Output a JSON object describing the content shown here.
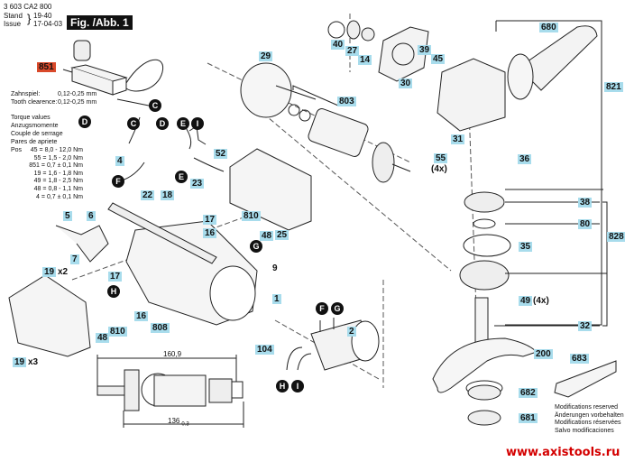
{
  "header": {
    "part_number": "3 603 CA2 800",
    "stand_label": "Stand",
    "issue_label": "Issue",
    "stand_value": "19-40",
    "issue_value": "17-04-03",
    "figure_title": "Fig. /Abb. 1"
  },
  "specs": {
    "tooth_clearance": [
      {
        "label": "Zahnspiel:",
        "value": "0,12-0,25 mm"
      },
      {
        "label": "Tooth clearence:",
        "value": "0,12-0,25 mm"
      }
    ],
    "torque_headings": [
      "Torque values",
      "Anzugsmomente",
      "Couple de serrage",
      "Pares de apriete"
    ],
    "torque_prefix": "Pos",
    "torque_values": [
      {
        "pos": "45",
        "value": "8,0 - 12,0 Nm"
      },
      {
        "pos": "55",
        "value": "1,5 - 2,0 Nm"
      },
      {
        "pos": "851",
        "value": "0,7 ± 0,1 Nm"
      },
      {
        "pos": "19",
        "value": "1,6 - 1,8 Nm"
      },
      {
        "pos": "49",
        "value": "1,8 - 2,5 Nm"
      },
      {
        "pos": "48",
        "value": "0,8 - 1,1 Nm"
      },
      {
        "pos": "4",
        "value": "0,7 ± 0,1 Nm"
      }
    ]
  },
  "part_labels": {
    "p851": "851",
    "p4": "4",
    "p52": "52",
    "p22": "22",
    "p18": "18",
    "p23": "23",
    "p5": "5",
    "p6": "6",
    "p7": "7",
    "p19a": "19",
    "p19b": "19",
    "p17a": "17",
    "p17b": "17",
    "p16a": "16",
    "p16b": "16",
    "p810a": "810",
    "p810b": "810",
    "p48a": "48",
    "p48b": "48",
    "p808": "808",
    "p9": "9",
    "p1": "1",
    "p25": "25",
    "p104": "104",
    "p2": "2",
    "p29": "29",
    "p40": "40",
    "p27": "27",
    "p14": "14",
    "p30": "30",
    "p39": "39",
    "p45": "45",
    "p803": "803",
    "p680": "680",
    "p821": "821",
    "p31": "31",
    "p55": "55",
    "p36": "36",
    "p38": "38",
    "p80": "80",
    "p828": "828",
    "p35": "35",
    "p49": "49",
    "p32": "32",
    "p200": "200",
    "p682": "682",
    "p681": "681",
    "p683": "683"
  },
  "quantities": {
    "q19a": "x2",
    "q19b": "x3",
    "q55": "(4x)",
    "q49": "(4x)"
  },
  "connectors": {
    "c_top": "C",
    "d_left": "D",
    "c_sw": "C",
    "d_sw": "D",
    "e_top": "E",
    "i_top": "I",
    "e_sw": "E",
    "f_sw": "F",
    "g_brush": "G",
    "h_brush": "H",
    "f_field": "F",
    "g_field": "G",
    "h_field": "H",
    "i_field": "I"
  },
  "dimensions": {
    "overall_length": "160,9",
    "core_length": "136",
    "core_tolerance": "-0.3"
  },
  "footer": {
    "modifications": [
      "Modifications reserved",
      "Änderungen vorbehalten",
      "Modifications réservées",
      "Salvo modificaciones"
    ],
    "website": "www.axistools.ru"
  },
  "colors": {
    "label_bg": "#a8dcec",
    "highlight_label_bg": "#d9492a",
    "website_text": "#d40000"
  }
}
